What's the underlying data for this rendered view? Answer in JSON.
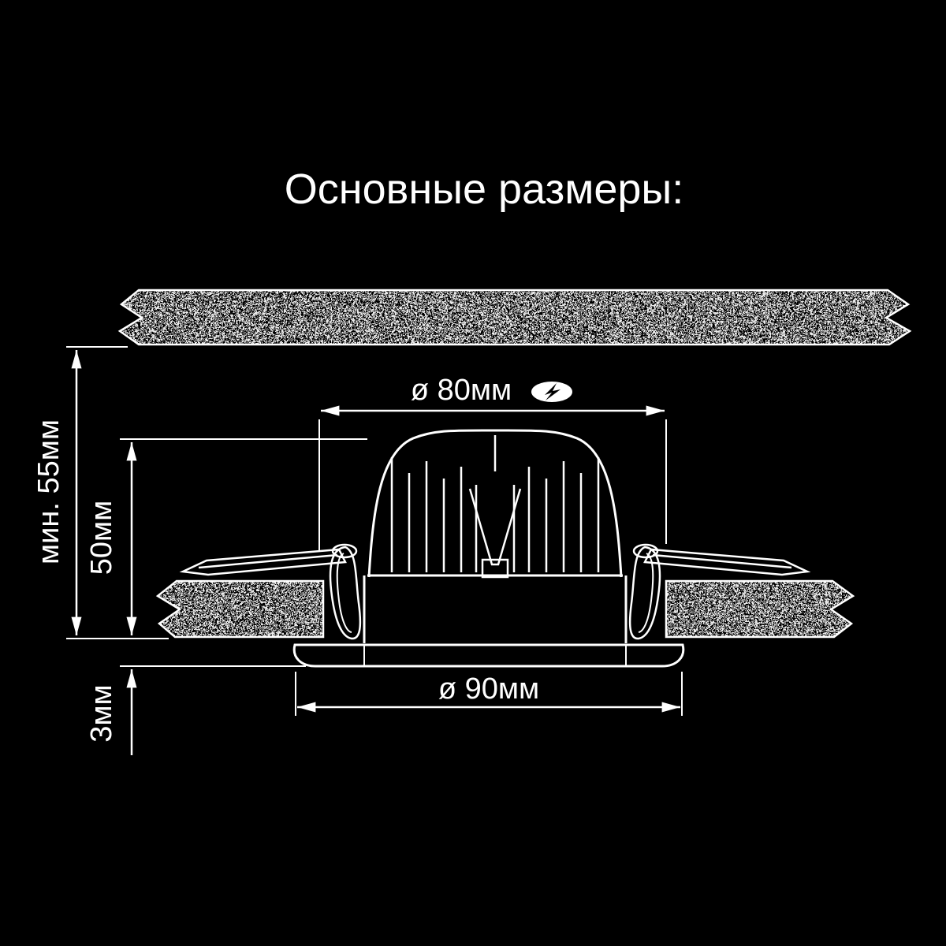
{
  "title": "Основные размеры:",
  "dimensions": {
    "cutout_diameter": "ø 80мм",
    "outer_diameter": "ø 90мм",
    "min_recess_depth": "мин. 55мм",
    "housing_height": "50мм",
    "trim_height": "3мм"
  },
  "icons": {
    "lamp_cutout_icon": "lamp-cutout-icon"
  },
  "colors": {
    "background": "#000000",
    "line": "#ffffff"
  }
}
